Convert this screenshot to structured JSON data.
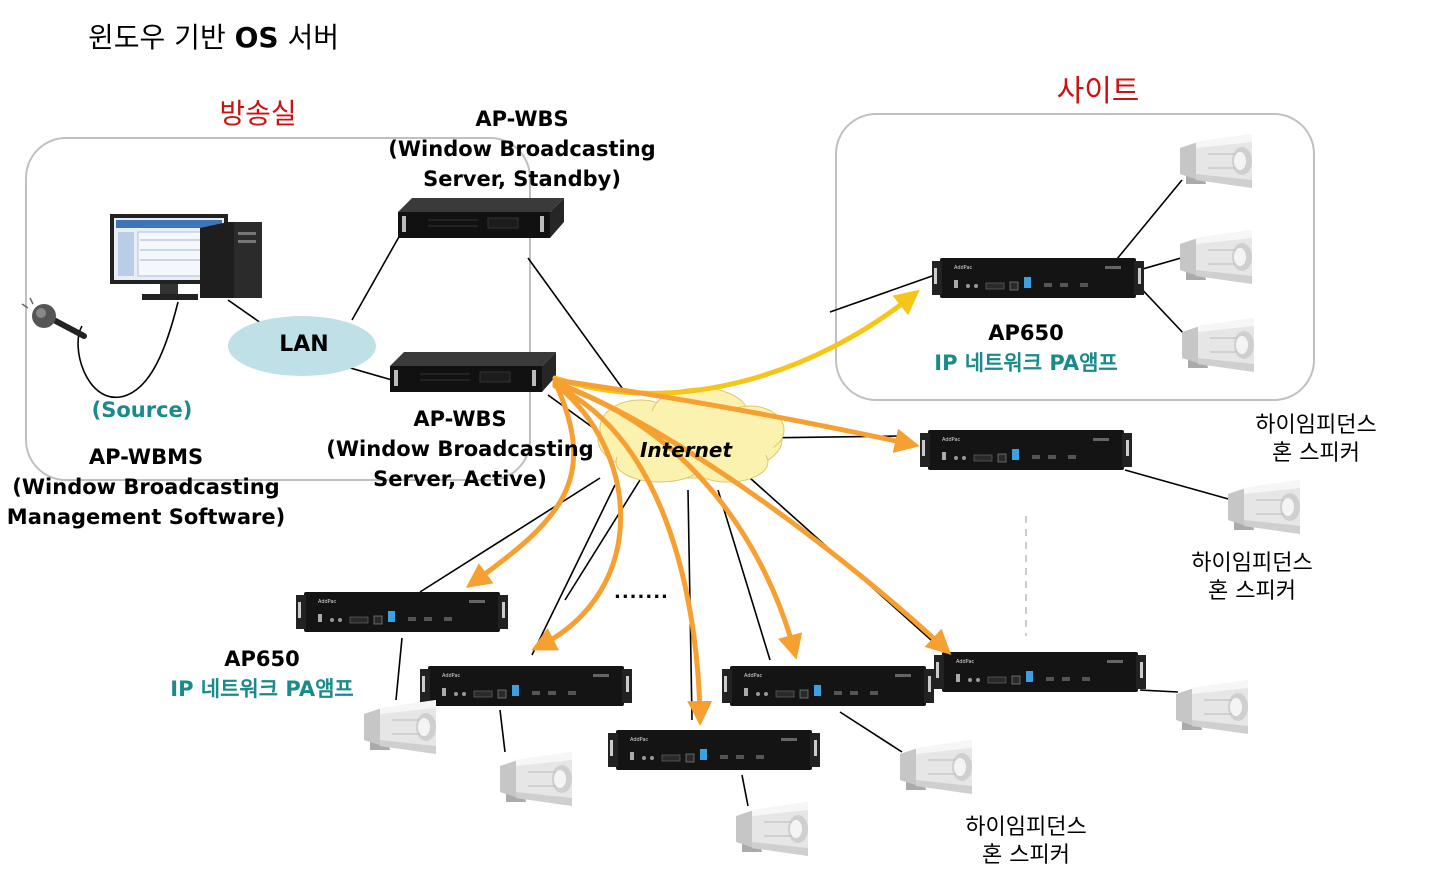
{
  "title": {
    "prefix": "윈도우 기반 ",
    "bold": "OS",
    "suffix": " 서버"
  },
  "zones": {
    "studio": "방송실",
    "site": "사이트"
  },
  "lan": "LAN",
  "internet": "Internet",
  "source": "(Source)",
  "wbms": [
    "AP-WBMS",
    "(Window Broadcasting",
    "Management Software)"
  ],
  "wbs_standby": [
    "AP-WBS",
    "(Window Broadcasting",
    "Server, Standby)"
  ],
  "wbs_active": [
    "AP-WBS",
    "(Window Broadcasting",
    "Server, Active)"
  ],
  "amp_site": {
    "model": "AP650",
    "desc": "IP 네트워크 PA앰프"
  },
  "amp_left": {
    "model": "AP650",
    "desc": "IP 네트워크 PA앰프"
  },
  "speaker_labels": [
    [
      "하이임피던스",
      "혼 스피커"
    ],
    [
      "하이임피던스",
      "혼 스피커"
    ],
    [
      "하이임피던스",
      "혼 스피커"
    ]
  ],
  "ellipsis": ".......",
  "device_brand": "AddPac",
  "colors": {
    "lan": "#bfe0e6",
    "internet": "#fbf2b0",
    "arrow_orange": "#f5a031",
    "arrow_yellow": "#f5c518",
    "zone_border": "#c0c0c0"
  },
  "icons": [
    "microphone-icon",
    "desktop-pc-icon",
    "rack-server-icon",
    "pa-amplifier-icon",
    "horn-speaker-icon",
    "cloud-icon"
  ]
}
